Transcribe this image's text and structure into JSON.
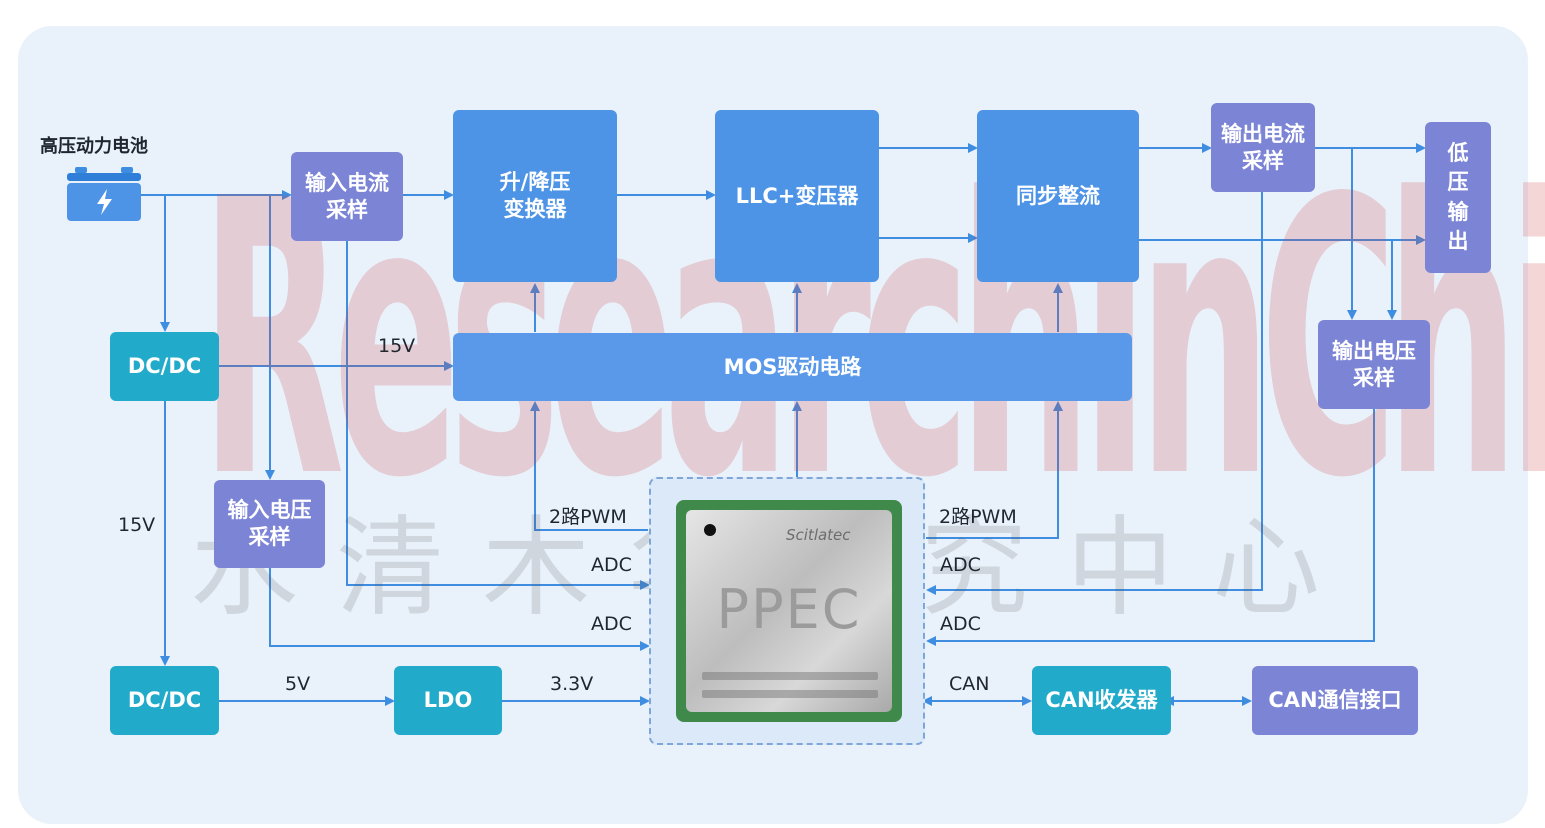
{
  "source_label": "高压动力电池",
  "blocks": {
    "in_current": "输入电流\n采样",
    "converter": "升/降压\n变换器",
    "llc": "LLC+变压器",
    "sync_rect": "同步整流",
    "out_current": "输出电流\n采样",
    "low_v_out": "低\n压\n输\n出",
    "dcdc_top": "DC/DC",
    "mos": "MOS驱动电路",
    "out_voltage": "输出电压\n采样",
    "in_voltage": "输入电压\n采样",
    "dcdc_bottom": "DC/DC",
    "ldo": "LDO",
    "can_transceiver": "CAN收发器",
    "can_interface": "CAN通信接口"
  },
  "chip": {
    "name": "PPEC",
    "brand": "Scitlatec"
  },
  "labels": {
    "v15_mos": "15V",
    "v15_left": "15V",
    "pwm_left": "2路PWM",
    "pwm_right": "2路PWM",
    "adc_left_1": "ADC",
    "adc_left_2": "ADC",
    "adc_right_1": "ADC",
    "adc_right_2": "ADC",
    "v5": "5V",
    "v33": "3.3V",
    "can": "CAN"
  },
  "watermark": {
    "main": "ResearchInChina",
    "cn": "水清木华研究中心"
  },
  "colors": {
    "panel_bg": "#e9f2fb",
    "block_blue": "#4d93e6",
    "block_purple": "#7c84d6",
    "block_teal": "#22aacb",
    "wire": "#3e8de0"
  },
  "icons": {
    "battery": "battery-icon"
  }
}
